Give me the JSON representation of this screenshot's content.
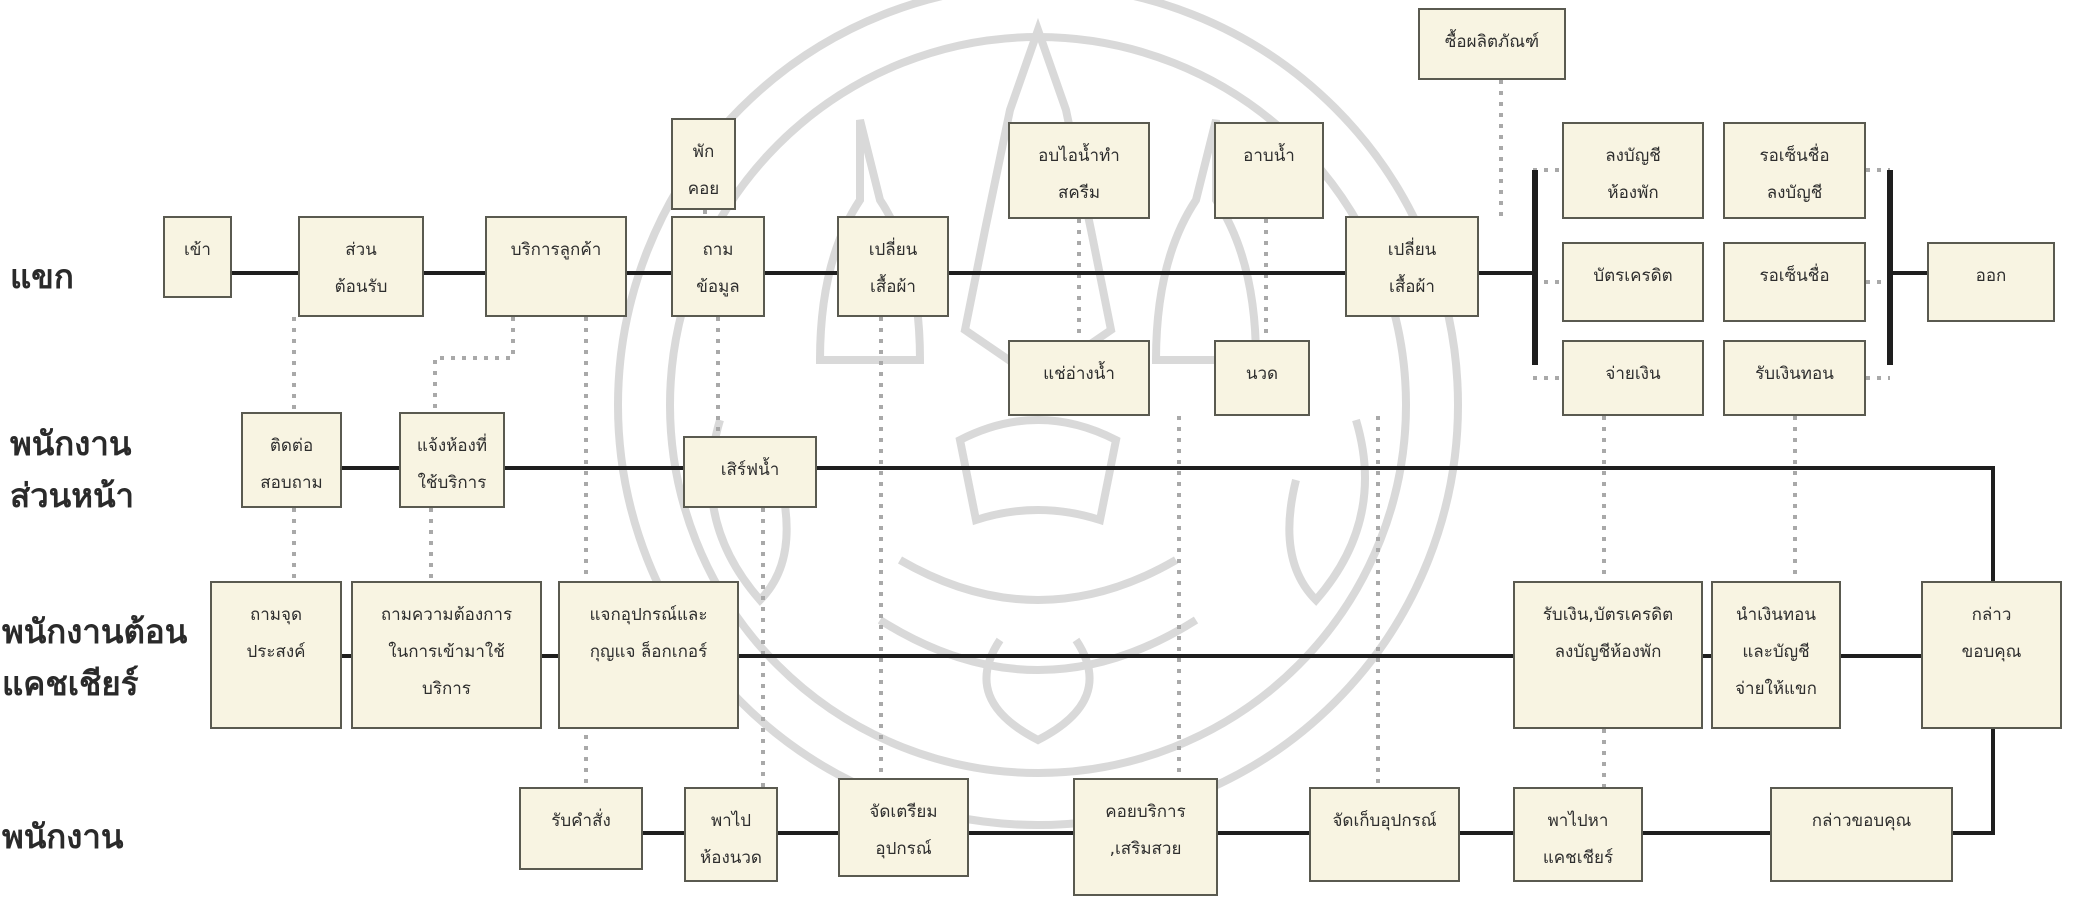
{
  "lanes": {
    "guest": "แขก",
    "front_staff": "พนักงาน\nส่วนหน้า",
    "reception_cashier": "พนักงานต้อน\nแคชเชียร์",
    "staff": "พนักงาน"
  },
  "boxes": {
    "enter": "เข้า",
    "reception_area": "ส่วน\nต้อนรับ",
    "customer_service": "บริการลูกค้า",
    "rest_wait": "พัก\nคอย",
    "ask_info": "ถาม\nข้อมูล",
    "change_clothes_1": "เปลี่ยน\nเสื้อผ้า",
    "steam_cream": "อบไอน้ำทำ\nสครีม",
    "shower": "อาบน้ำ",
    "soak_tub": "แช่อ่างน้ำ",
    "massage": "นวด",
    "buy_products": "ซื้อผลิตภัณฑ์",
    "change_clothes_2": "เปลี่ยน\nเสื้อผ้า",
    "record_room": "ลงบัญชี\nห้องพัก",
    "wait_sign_record": "รอเซ็นชื่อ\nลงบัญชี",
    "credit_card": "บัตรเครดิต",
    "wait_sign": "รอเซ็นชื่อ",
    "pay": "จ่ายเงิน",
    "receive_change": "รับเงินทอน",
    "exit": "ออก",
    "contact_inquire": "ติดต่อ\nสอบถาม",
    "notify_room": "แจ้งห้องที่\nใช้บริการ",
    "serve_water": "เสิร์ฟน้ำ",
    "ask_purpose": "ถามจุด\nประสงค์",
    "ask_needs": "ถามความต้องการ\nในการเข้ามาใช้\nบริการ",
    "hand_equipment": "แจกอุปกรณ์และ\nกุญแจ ล็อกเกอร์",
    "receive_payment": "รับเงิน,บัตรเครดิต\nลงบัญชีห้องพัก",
    "bring_change": "นำเงินทอน\nและบัญชี\nจ่ายให้แขก",
    "thank_1": "กล่าว\nขอบคุณ",
    "receive_order": "รับคำสั่ง",
    "lead_massage": "พาไป\nห้องนวด",
    "prepare_equipment": "จัดเตรียม\nอุปกรณ์",
    "wait_service": "คอยบริการ\n,เสริมสวย",
    "store_equipment": "จัดเก็บอุปกรณ์",
    "lead_cashier": "พาไปหา\nแคชเชียร์",
    "thank_2": "กล่าวขอบคุณ"
  },
  "colors": {
    "box_fill": "#f8f4e2",
    "box_border": "#5a5a50",
    "line": "#1e1e1e",
    "dotted": "#a9a9a9",
    "watermark": "#d8d8d8"
  }
}
